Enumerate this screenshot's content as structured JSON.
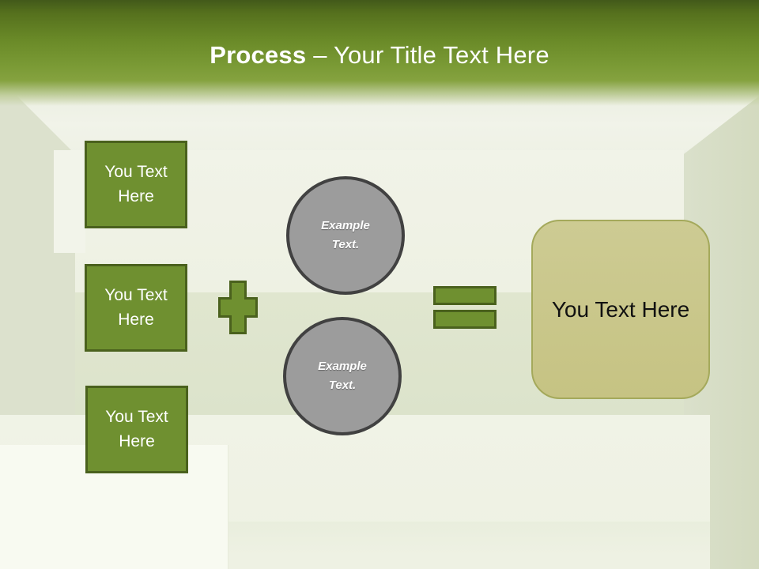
{
  "title": {
    "prefix": "Process",
    "suffix": "– Your Title Text Here"
  },
  "input_boxes": [
    {
      "label": "You Text Here"
    },
    {
      "label": "You Text Here"
    },
    {
      "label": "You Text Here"
    }
  ],
  "example_circles": [
    {
      "label": "Example Text."
    },
    {
      "label": "Example Text."
    }
  ],
  "result_box": {
    "label": "You Text Here"
  },
  "colors": {
    "shape_green": "#6F9030",
    "shape_green_border": "#4A611D",
    "header_green": "#7A9A35",
    "circle_gray": "#9C9C9C",
    "circle_border": "#414141",
    "result_beige": "#CAC88D",
    "result_border": "#A4A95B",
    "wall_light": "#F0F3E6",
    "wall_band": "#DCE3CB"
  }
}
